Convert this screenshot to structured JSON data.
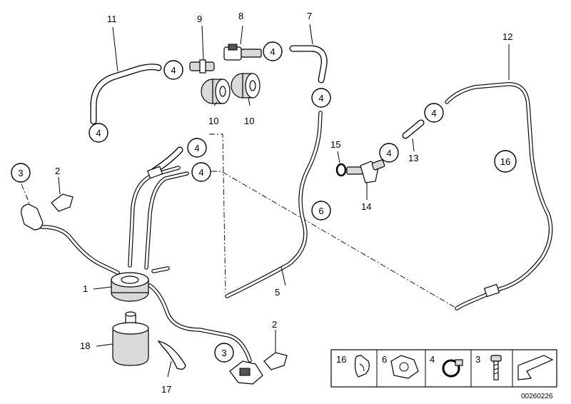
{
  "callouts": {
    "p1": "1",
    "p2a": "2",
    "p2b": "2",
    "p3a": "3",
    "p3b": "3",
    "p4a": "4",
    "p4b": "4",
    "p4c": "4",
    "p4d": "4",
    "p4e": "4",
    "p4f": "4",
    "p4g": "4",
    "p4h": "4",
    "p5": "5",
    "p6": "6",
    "p7": "7",
    "p8": "8",
    "p9": "9",
    "p10a": "10",
    "p10b": "10",
    "p11": "11",
    "p12": "12",
    "p13": "13",
    "p14": "14",
    "p15": "15",
    "p16": "16",
    "p17": "17",
    "p18": "18"
  },
  "legend": {
    "cell_16": "16",
    "cell_6": "6",
    "cell_4": "4",
    "cell_3": "3"
  },
  "diagram_id": "00260226"
}
